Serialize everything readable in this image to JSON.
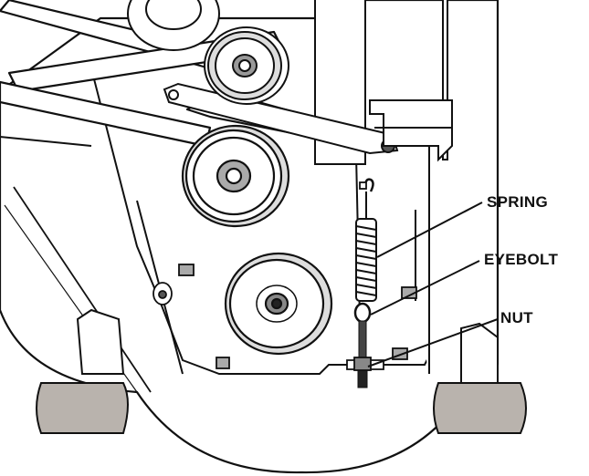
{
  "callouts": {
    "spring": "SPRING",
    "eyebolt": "EYEBOLT",
    "nut": "NUT"
  },
  "colors": {
    "line": "#111111",
    "fill_light": "#f4f4f4",
    "fill_mid": "#cfcfcf",
    "fill_dark": "#555555",
    "bumper": "#b9b3ad",
    "background": "#ffffff"
  }
}
